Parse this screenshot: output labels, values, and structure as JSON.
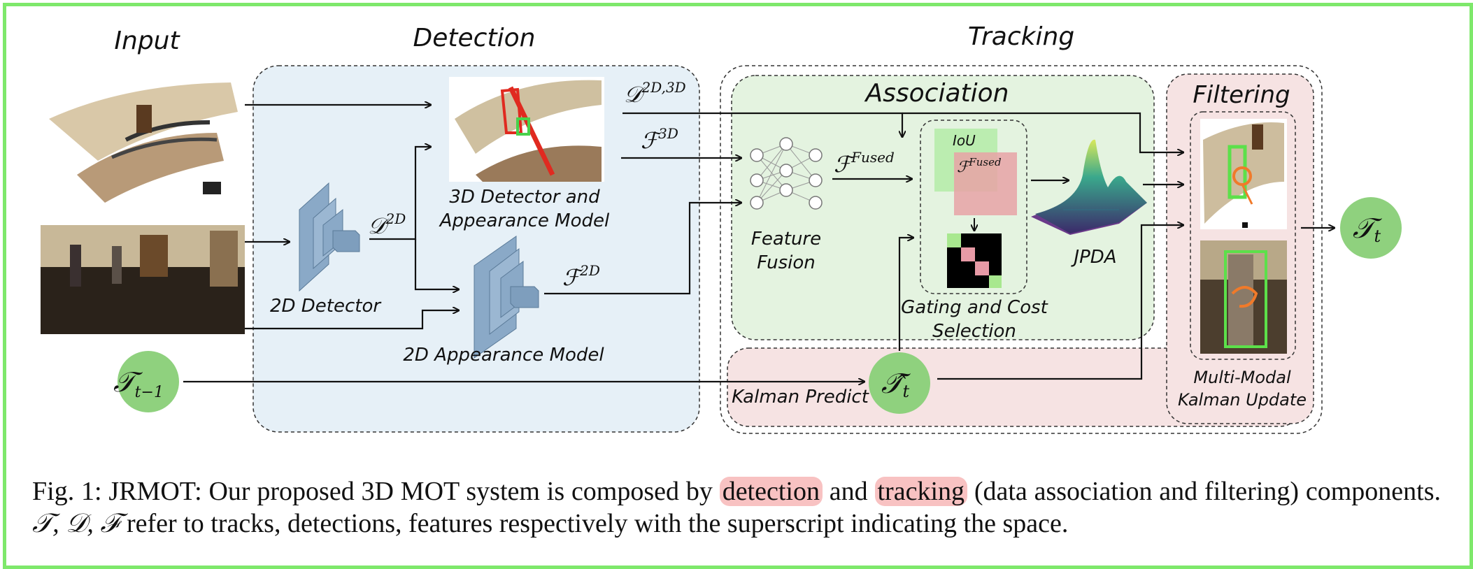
{
  "sections": {
    "input": "Input",
    "detection": "Detection",
    "tracking": "Tracking",
    "association": "Association",
    "filtering": "Filtering"
  },
  "labels": {
    "detector_2d": "2D Detector",
    "detector_3d_line1": "3D Detector and",
    "detector_3d_line2": "Appearance Model",
    "appearance_2d": "2D Appearance Model",
    "feature_fusion_line1": "Feature",
    "feature_fusion_line2": "Fusion",
    "gating_line1": "Gating and Cost",
    "gating_line2": "Selection",
    "jpda": "JPDA",
    "kalman_predict": "Kalman Predict",
    "mm_kalman_line1": "Multi-Modal",
    "mm_kalman_line2": "Kalman Update",
    "iou": "IoU"
  },
  "math": {
    "d_2d": "𝒟",
    "d_2d_sup": "2D",
    "d_2d3d_sup": "2D,3D",
    "f_3d": "ℱ",
    "f_3d_sup": "3D",
    "f_2d_sup": "2D",
    "f_fused_sup": "Fused",
    "t_prev": "𝒯",
    "t_prev_sub": "t−1",
    "t_hat": "𝒯̂",
    "t_sub": "t",
    "t_out": "𝒯"
  },
  "caption": {
    "part1": "Fig. 1: JRMOT: Our proposed 3D MOT system is composed by ",
    "hl1": "detection",
    "part2": " and ",
    "hl2": "tracking",
    "part3": " (data association and filtering) components. ",
    "math": "𝒯, 𝒟, ℱ",
    "part4": " refer to tracks, detections, features respectively with the superscript indicating the space."
  },
  "colors": {
    "border": "#7ee86b",
    "detection_bg": "#e6f0f7",
    "association_bg": "#e4f3e0",
    "filtering_bg": "#f6e3e3",
    "node_green": "#8fd17e",
    "block_blue": "#8aa9c7"
  }
}
